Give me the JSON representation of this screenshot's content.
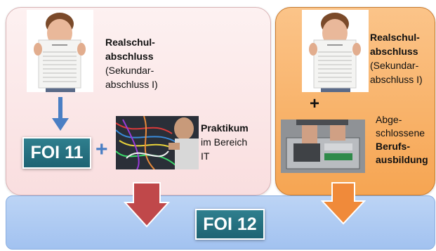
{
  "left_panel": {
    "degree_text": {
      "bold_line1": "Realschul-",
      "bold_line2": "abschluss",
      "line3": "(Sekundar-",
      "line4": "abschluss I)"
    },
    "foi11_label": "FOI 11",
    "plus_sign": "+",
    "internship_text": {
      "bold_line1": "Praktikum",
      "line2": "im Bereich",
      "line3": "IT"
    }
  },
  "right_panel": {
    "degree_text": {
      "bold_line1": "Realschul-",
      "bold_line2": "abschluss",
      "line3": "(Sekundar-",
      "line4": "abschluss I)"
    },
    "plus_sign": "+",
    "training_text": {
      "line1": "Abge-",
      "line2": "schlossene",
      "bold_line3": "Berufs-",
      "bold_line4": "ausbildung"
    }
  },
  "bottom_bar": {
    "foi12_label": "FOI 12"
  },
  "colors": {
    "left_panel": "#f9dedf",
    "right_panel": "#f6a552",
    "bottom_bar": "#a9c6f2",
    "label_box": "#1f6a7a",
    "arrow_blue": "#4a7fc4",
    "arrow_red": "#c0484a",
    "arrow_orange": "#f08a3a",
    "plus_blue": "#4a7fc4"
  },
  "icons": [
    "certificate-holder-photo",
    "network-cables-photo",
    "computer-hardware-photo"
  ]
}
